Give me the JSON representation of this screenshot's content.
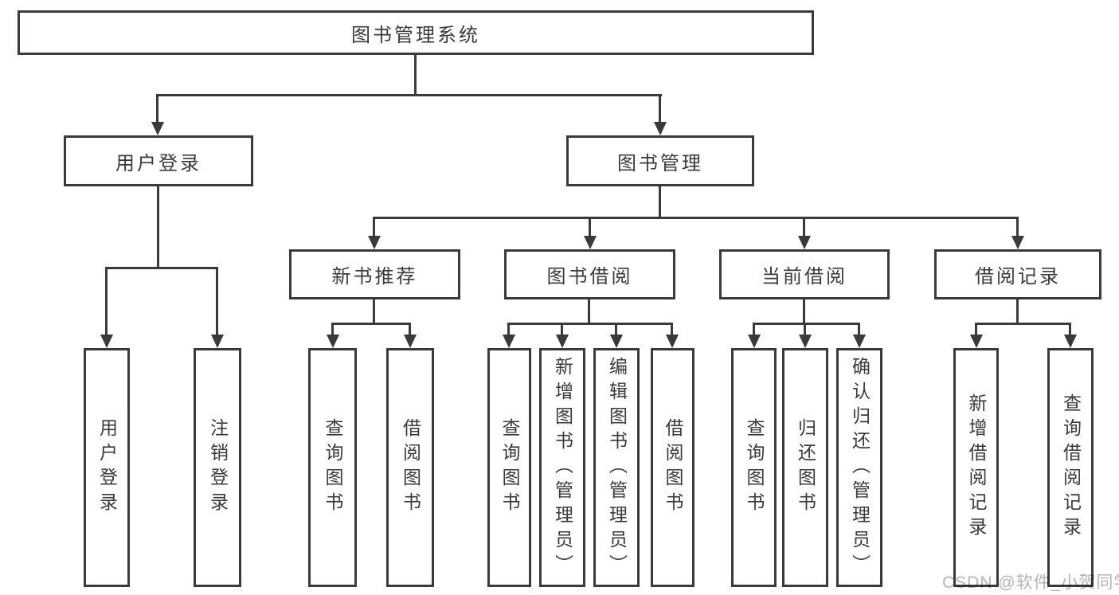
{
  "diagram": {
    "title": "图书管理系统",
    "root": {
      "label": "图书管理系统"
    },
    "branches": {
      "user": {
        "label": "用户登录",
        "leaves": [
          "用户登录",
          "注销登录"
        ]
      },
      "books": {
        "label": "图书管理",
        "sections": {
          "recommend": {
            "label": "新书推荐",
            "leaves": [
              "查询图书",
              "借阅图书"
            ]
          },
          "borrow": {
            "label": "图书借阅",
            "leaves": [
              "查询图书",
              "新增图书（管理员）",
              "编辑图书（管理员）",
              "借阅图书"
            ]
          },
          "current": {
            "label": "当前借阅",
            "leaves": [
              "查询图书",
              "归还图书",
              "确认归还（管理员）"
            ]
          },
          "records": {
            "label": "借阅记录",
            "leaves": [
              "新增借阅记录",
              "查询借阅记录"
            ]
          }
        }
      }
    }
  },
  "watermark": {
    "text": "CSDN @软件_小贺同学"
  },
  "colors": {
    "line": "#3a3a3a",
    "box_border": "#3a3a3a",
    "box_fill": "#ffffff",
    "text": "#3a3a3a",
    "watermark": "#b2b5bb",
    "background": "#ffffff"
  }
}
